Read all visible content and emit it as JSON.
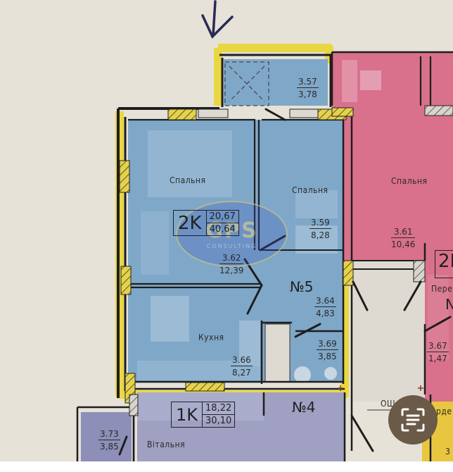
{
  "colors": {
    "paper": "#e6e2d8",
    "unit5_blue": "#7fa7c8",
    "unit5_blue_light": "#9bbbd6",
    "highlight_yellow": "#e8d63a",
    "pink_unit": "#d9708c",
    "unit4_lavender": "#9fa0c2",
    "wall": "#1e1e1e",
    "scan_button": "#6b5a47"
  },
  "annotation": {
    "arrow": "down-arrow handwritten"
  },
  "apartment_5": {
    "number": "№5",
    "type_code": "2K",
    "living_area": "20,67",
    "total_area": "40,64",
    "rooms": [
      {
        "name": "Спальня",
        "ceiling": "3.62",
        "area": "12,39"
      },
      {
        "name": "Спальня",
        "ceiling": "3.59",
        "area": "8,28"
      },
      {
        "name": "Кухня",
        "ceiling": "3.66",
        "area": "8,27"
      },
      {
        "name": "",
        "ceiling": "3.64",
        "area": "4,83"
      },
      {
        "name": "",
        "ceiling": "3.69",
        "area": "3,85"
      }
    ],
    "balcony": {
      "ceiling": "3.57",
      "area": "3,78"
    }
  },
  "apartment_4": {
    "number": "№4",
    "type_code": "1K",
    "living_area": "18,22",
    "total_area": "30,10",
    "rooms": [
      {
        "name": "Вітальня"
      }
    ],
    "balcony": {
      "ceiling": "3.73",
      "area": "3,85"
    }
  },
  "pink_unit": {
    "type_code_partial": "2К",
    "room_name": "Спальня",
    "room_ceiling": "3.61",
    "room_area": "10,46",
    "corridor_partial": "Пере",
    "number_partial": "N",
    "small_room": {
      "ceiling": "3.67",
      "area": "1,47"
    }
  },
  "corridor": {
    "label_partial": "ОШ"
  },
  "right_unit": {
    "label_partial": "рде",
    "number_partial": "3"
  },
  "watermark": {
    "main": "GPS",
    "sub": "CONSULTING"
  },
  "overlay": {
    "scan_button": "live-text-scan"
  }
}
